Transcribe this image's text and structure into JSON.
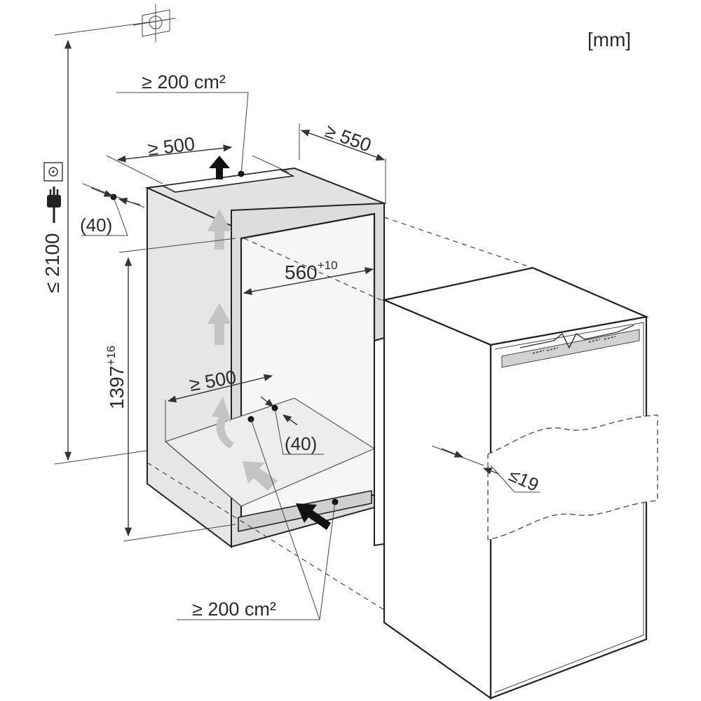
{
  "unit_label": "[mm]",
  "dimensions": {
    "max_height": "≤ 2100",
    "niche_height_value": "1397",
    "niche_height_tolerance": "+16",
    "niche_width_value": "560",
    "niche_width_tolerance": "+10",
    "min_depth": "≥ 550",
    "top_width": "≥ 500",
    "bottom_width": "≥ 500",
    "top_gap": "(40)",
    "bottom_gap": "(40)",
    "top_vent_area": "≥ 200 cm²",
    "bottom_vent_area": "≥ 200 cm²",
    "door_max_thickness": "≤19"
  },
  "icons": {
    "ceiling_outlet": "ceiling-socket-icon",
    "wall_socket": "socket-icon",
    "plug": "plug-icon"
  },
  "colors": {
    "line": "#222222",
    "niche_fill": "#e8e8e8",
    "airflow_arrow": "#c4c4c4"
  }
}
